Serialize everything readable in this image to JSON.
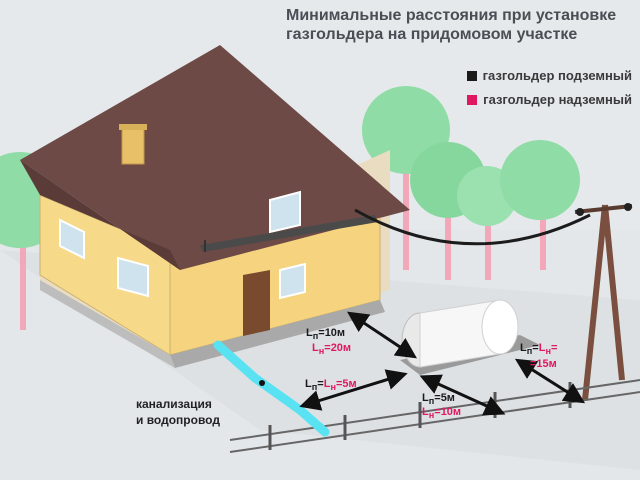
{
  "title_line1": "Минимальные расстояния при установке",
  "title_line2": "газгольдера на придомовом участке",
  "legend": {
    "underground": {
      "label": "газгольдер подземный",
      "color": "#1a1a1a"
    },
    "aboveground": {
      "label": "газгольдер надземный",
      "color": "#e0195e"
    }
  },
  "house_distance": {
    "underground": {
      "prefix": "L",
      "sub": "п",
      "value": "=10м"
    },
    "aboveground": {
      "prefix": "L",
      "sub": "н",
      "value": "=20м"
    }
  },
  "sewer_distance": {
    "prefix_u": "L",
    "sub_u": "п",
    "eq": "=",
    "prefix_a": "L",
    "sub_a": "н",
    "value": "=5м"
  },
  "fence_distance": {
    "underground": {
      "prefix": "L",
      "sub": "п",
      "value": "=5м"
    },
    "aboveground": {
      "prefix": "L",
      "sub": "н",
      "value": "=10м"
    }
  },
  "power_line_distance": {
    "prefix_u": "L",
    "sub_u": "п",
    "eq": "=",
    "prefix_a": "L",
    "sub_a": "н",
    "eq2": "=",
    "value": "=15м"
  },
  "utility_note": {
    "line1": "канализация",
    "line2": "и водопровод"
  },
  "colors": {
    "accent": "#e0195e",
    "water": "#59e2f2",
    "wall": "#f7d98a",
    "roof": "#6e4a47",
    "tree": "#8fdca6"
  }
}
